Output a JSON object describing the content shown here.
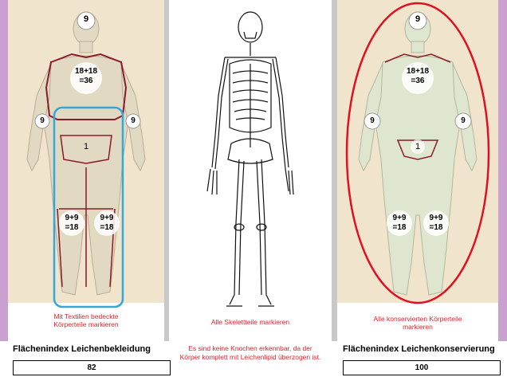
{
  "panels": {
    "left": {
      "caption_line1": "Mit Textilien bedeckte",
      "caption_line2": "Körperteile markieren",
      "head": "9",
      "torso_line1": "18+18",
      "torso_line2": "=36",
      "arm_left": "9",
      "arm_right": "9",
      "groin": "1",
      "leg_left_line1": "9+9",
      "leg_left_line2": "=18",
      "leg_right_line1": "9+9",
      "leg_right_line2": "=18"
    },
    "middle": {
      "caption": "Alle Skelettteile markieren",
      "note_line1": "Es sind keine Knochen erkennbar, da der",
      "note_line2": "Körper komplett mit Leichenlipid überzogen ist."
    },
    "right": {
      "caption_line1": "Alle konservierten  Körperteile",
      "caption_line2": "markieren",
      "head": "9",
      "torso_line1": "18+18",
      "torso_line2": "=36",
      "arm_left": "9",
      "arm_right": "9",
      "groin": "1",
      "leg_left_line1": "9+9",
      "leg_left_line2": "=18",
      "leg_right_line1": "9+9",
      "leg_right_line2": "=18"
    }
  },
  "indices": {
    "clothing": {
      "label": "Flächenindex Leichenbekleidung",
      "value": "82"
    },
    "conservation": {
      "label": "Flächenindex Leichenkonservierung",
      "value": "100"
    }
  },
  "colors": {
    "background_purple": "#c9a0d0",
    "body_tan": "#e9d7b8",
    "body_green": "#d8e8c8",
    "outline_red": "#8b1a2a",
    "box_cyan": "#35a7d8",
    "ellipse_red": "#e01020",
    "caption_red": "#e8202a"
  }
}
